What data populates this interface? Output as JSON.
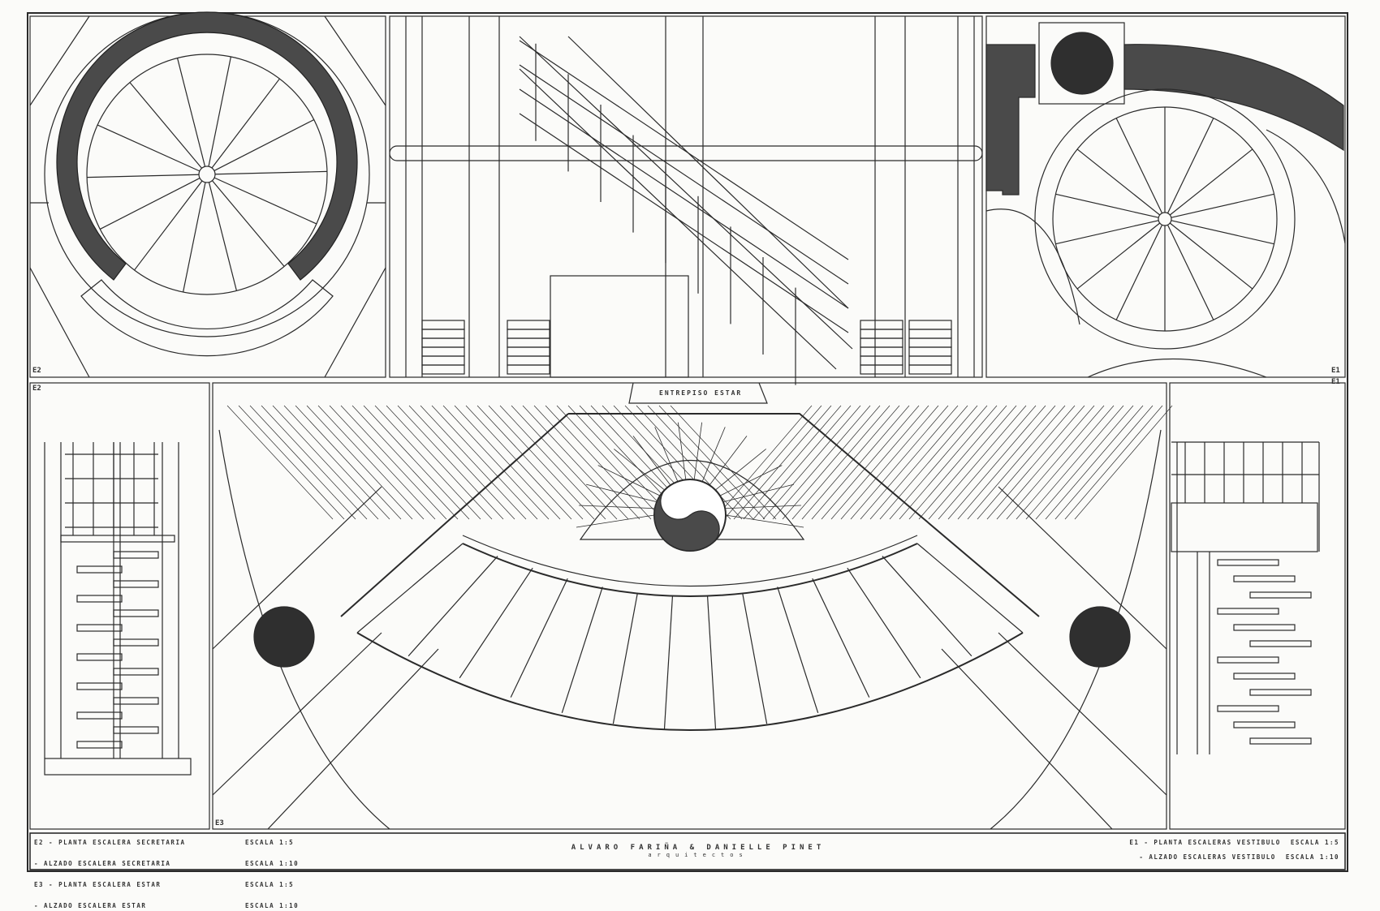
{
  "sheet": {
    "panel_tags": {
      "e2_plan": "E2",
      "e1_plan": "E1",
      "e2_elev": "E2",
      "e1_elev": "E1",
      "e3_plan": "E3"
    },
    "center_label": "ENTREPISO ESTAR",
    "title_block": {
      "left": [
        {
          "text": "E2 - PLANTA ESCALERA SECRETARIA",
          "scale": "ESCALA 1:5"
        },
        {
          "text": "   - ALZADO ESCALERA SECRETARIA",
          "scale": "ESCALA 1:10"
        },
        {
          "text": "E3 - PLANTA ESCALERA ESTAR",
          "scale": "ESCALA 1:5"
        },
        {
          "text": "   - ALZADO ESCALERA ESTAR",
          "scale": "ESCALA 1:10"
        }
      ],
      "architects": "ALVARO FARIÑA & DANIELLE PINET",
      "profession": "arquitectos",
      "right": [
        {
          "text": "E1 - PLANTA ESCALERAS VESTIBULO",
          "scale": "ESCALA 1:5"
        },
        {
          "text": "   - ALZADO ESCALERAS VESTIBULO",
          "scale": "ESCALA 1:10"
        }
      ]
    },
    "colors": {
      "ink": "#2a2a2a",
      "fill": "#3a3a3a",
      "paper": "#fbfbf9"
    }
  }
}
